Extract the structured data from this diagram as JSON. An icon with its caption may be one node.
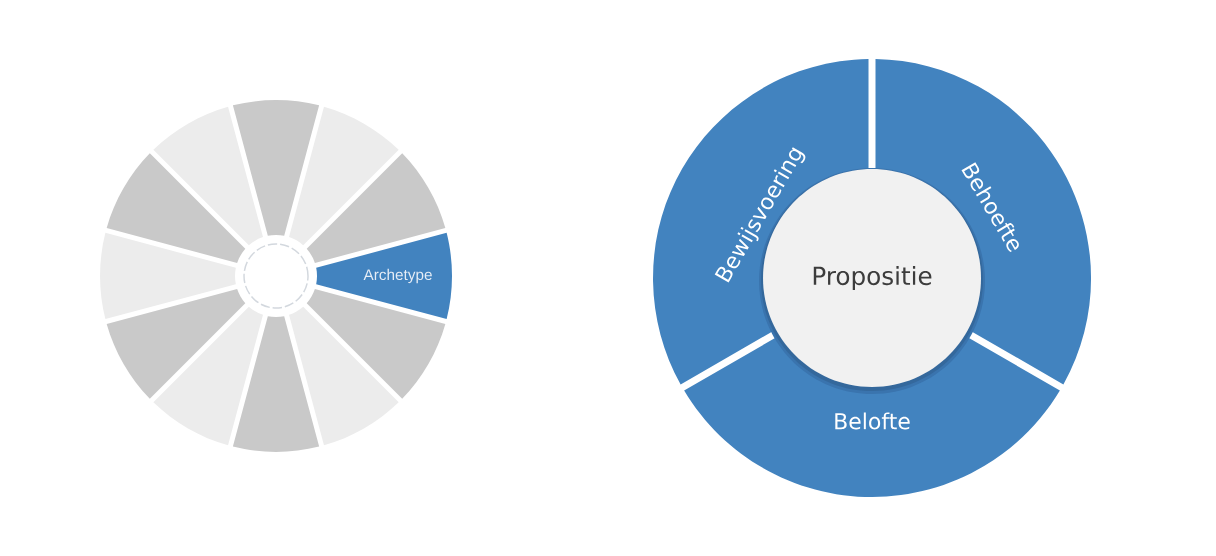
{
  "diagram": {
    "nodes": [
      {
        "text": [],
        "shape": "wedge"
      },
      {
        "text": [],
        "shape": "wedge"
      },
      {
        "text": [],
        "shape": "wedge"
      },
      {
        "text": [
          "Archetype"
        ]
      },
      {
        "text": [],
        "shape": "wedge"
      },
      {
        "text": [],
        "shape": "wedge"
      },
      {
        "text": [],
        "shape": "wedge"
      },
      {
        "text": [],
        "shape": "wedge"
      },
      {
        "text": [],
        "shape": "wedge"
      },
      {
        "text": [],
        "shape": "wedge"
      },
      {
        "text": [],
        "shape": "wedge"
      },
      {
        "text": [],
        "shape": "wedge"
      },
      {
        "text": [],
        "shape": "circle"
      },
      {
        "text": [
          "Propositie"
        ]
      },
      {
        "text": [
          "Behoefte"
        ]
      },
      {
        "text": [
          "Belofte"
        ]
      },
      {
        "text": [
          "Bewijsvoering"
        ]
      }
    ]
  }
}
